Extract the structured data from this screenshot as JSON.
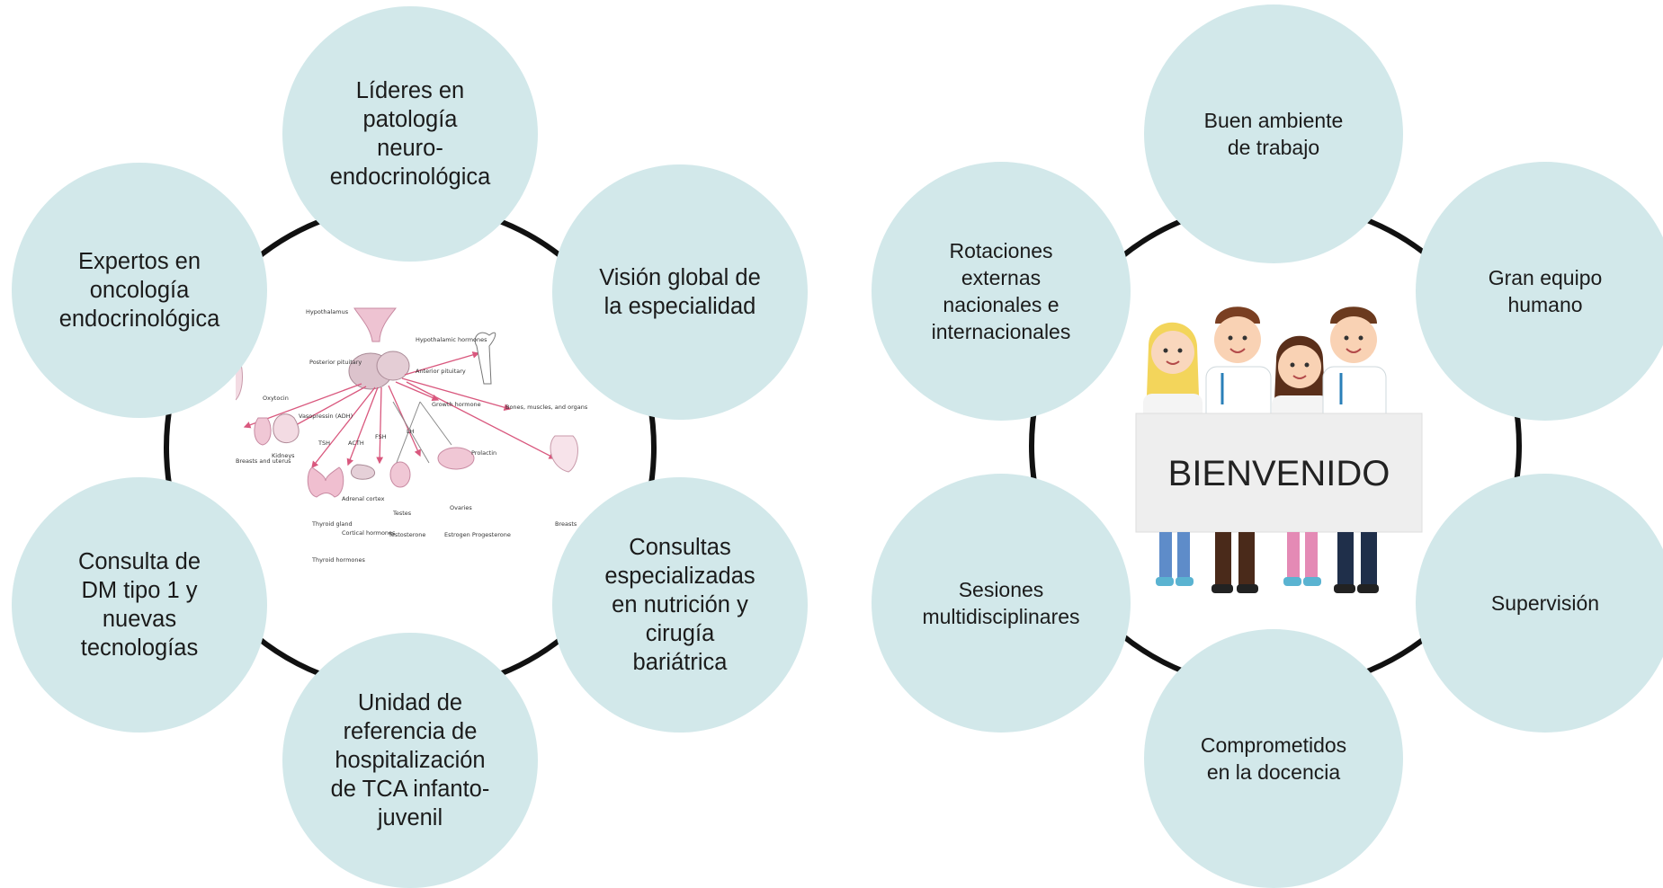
{
  "left_diagram": {
    "nodes": [
      {
        "id": "top",
        "label": "Líderes en\npatología\nneuro-\nendocrinológica"
      },
      {
        "id": "upper-right",
        "label": "Visión global de\nla especialidad"
      },
      {
        "id": "lower-right",
        "label": "Consultas\nespecializadas\nen  nutrición y\ncirugía\nbariátrica"
      },
      {
        "id": "bottom",
        "label": "Unidad de\nreferencia de\nhospitalización\nde TCA infanto-\njuvenil"
      },
      {
        "id": "lower-left",
        "label": "Consulta de\nDM tipo 1 y\nnuevas\ntecnologías"
      },
      {
        "id": "upper-left",
        "label": "Expertos en\noncología\nendocrinológica"
      }
    ],
    "center_image": {
      "labels": {
        "hypothalamus": "Hypothalamus",
        "hypothalamic_hormones": "Hypothalamic hormones",
        "posterior_pituitary": "Posterior pituitary",
        "anterior_pituitary": "Anterior pituitary",
        "oxytocin": "Oxytocin",
        "vasopressin": "Vasopressin (ADH)",
        "growth_hormone": "Growth hormone",
        "bones": "Bones, muscles, and organs",
        "breasts_uterus": "Breasts and uterus",
        "kidneys": "Kidneys",
        "tsh": "TSH",
        "acth": "ACTH",
        "fsh": "FSH",
        "lh": "LH",
        "prolactin": "Prolactin",
        "thyroid_gland": "Thyroid gland",
        "thyroid_hormones": "Thyroid hormones",
        "adrenal_cortex": "Adrenal cortex",
        "cortical_hormones": "Cortical hormones",
        "testes": "Testes",
        "testosterone": "Testosterone",
        "ovaries": "Ovaries",
        "estrogen": "Estrogen Progesterone",
        "breasts": "Breasts"
      }
    }
  },
  "right_diagram": {
    "nodes": [
      {
        "id": "top",
        "label": "Buen ambiente\nde trabajo"
      },
      {
        "id": "upper-right",
        "label": "Gran equipo\nhumano"
      },
      {
        "id": "lower-right",
        "label": "Supervisión"
      },
      {
        "id": "bottom",
        "label": "Comprometidos\nen la docencia"
      },
      {
        "id": "lower-left",
        "label": "Sesiones\nmultidisciplinares"
      },
      {
        "id": "upper-left",
        "label": "Rotaciones\nexternas\nnacionales e\ninternacionales"
      }
    ],
    "center_image": {
      "sign_text": "BIENVENIDO"
    }
  },
  "colors": {
    "bubble": "#d2e8ea",
    "ring": "#111111",
    "gland_pink": "#e8a7bd",
    "arrow_pink": "#d9587e"
  }
}
